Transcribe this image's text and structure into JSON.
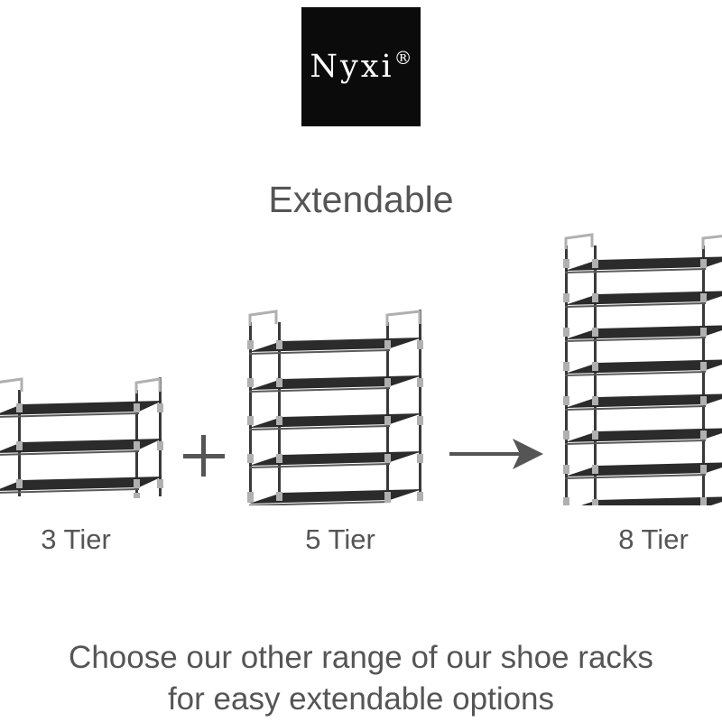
{
  "logo": {
    "brand": "Nyxi",
    "mark": "®"
  },
  "headline": "Extendable",
  "racks": [
    {
      "label": "3 Tier",
      "tiers": 3
    },
    {
      "label": "5 Tier",
      "tiers": 5
    },
    {
      "label": "8 Tier",
      "tiers": 8
    }
  ],
  "operators": {
    "combine": "plus-icon",
    "result": "arrow-right-icon"
  },
  "footer": {
    "line1": "Choose our other range of our shoe racks",
    "line2": "for easy extendable options"
  },
  "colors": {
    "logo_bg": "#0b0b0b",
    "text": "#555555",
    "shelf": "#2b2b2b",
    "frame": "#3a3a3a",
    "connector": "#b0b0b0"
  }
}
